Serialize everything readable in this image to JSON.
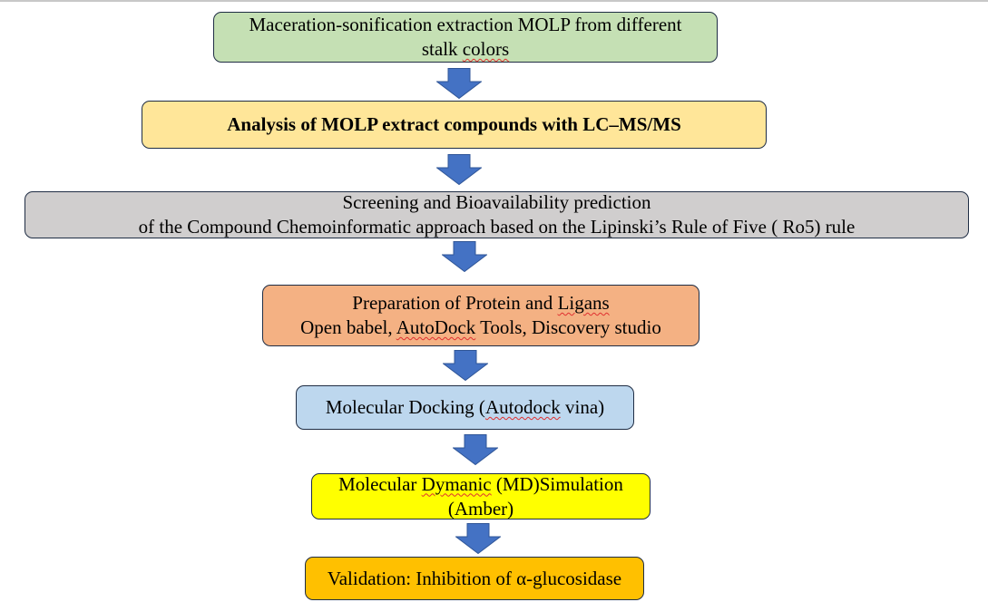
{
  "colors": {
    "arrow": "#4472C4",
    "arrow_stroke": "#2F5597",
    "border": "#1F2D44",
    "spellcheck": "#E03030"
  },
  "steps": [
    {
      "id": "extraction",
      "fill": "#C5E0B4",
      "bold": false,
      "lines": [
        {
          "parts": [
            {
              "text": "Maceration-sonification extraction MOLP from different",
              "spell": false
            }
          ]
        },
        {
          "parts": [
            {
              "text": "stalk ",
              "spell": false
            },
            {
              "text": "colors",
              "spell": true
            }
          ]
        }
      ]
    },
    {
      "id": "lcms-analysis",
      "fill": "#FFE699",
      "bold": true,
      "lines": [
        {
          "parts": [
            {
              "text": "Analysis of MOLP extract compounds with LC–MS/MS",
              "spell": false
            }
          ]
        }
      ]
    },
    {
      "id": "screening",
      "fill": "#D0CECE",
      "bold": false,
      "lines": [
        {
          "parts": [
            {
              "text": "Screening and Bioavailability prediction",
              "spell": false
            }
          ]
        },
        {
          "parts": [
            {
              "text": "of the Compound Chemoinformatic approach based on the Lipinski’s Rule of Five ( Ro5) rule",
              "spell": false
            }
          ]
        }
      ]
    },
    {
      "id": "preparation",
      "fill": "#F4B183",
      "bold": false,
      "lines": [
        {
          "parts": [
            {
              "text": "Preparation of Protein and ",
              "spell": false
            },
            {
              "text": "Ligans",
              "spell": true
            }
          ]
        },
        {
          "parts": [
            {
              "text": "Open babel, ",
              "spell": false
            },
            {
              "text": "AutoDock",
              "spell": true
            },
            {
              "text": " Tools, Discovery studio",
              "spell": false
            }
          ]
        }
      ]
    },
    {
      "id": "docking",
      "fill": "#BDD7EE",
      "bold": false,
      "lines": [
        {
          "parts": [
            {
              "text": "Molecular Docking (",
              "spell": false
            },
            {
              "text": "Autodock",
              "spell": true
            },
            {
              "text": " vina)",
              "spell": false
            }
          ]
        }
      ]
    },
    {
      "id": "md-simulation",
      "fill": "#FFFF00",
      "bold": false,
      "lines": [
        {
          "parts": [
            {
              "text": "Molecular ",
              "spell": false
            },
            {
              "text": "Dymanic",
              "spell": true
            },
            {
              "text": " (MD)Simulation",
              "spell": false
            }
          ]
        },
        {
          "parts": [
            {
              "text": "(Amber)",
              "spell": false
            }
          ]
        }
      ]
    },
    {
      "id": "validation",
      "fill": "#FFC000",
      "bold": false,
      "lines": [
        {
          "parts": [
            {
              "text": "Validation: Inhibition of α-glucosidase",
              "spell": false
            }
          ]
        }
      ]
    }
  ],
  "arrows": [
    {
      "from": "extraction",
      "to": "lcms-analysis",
      "icon": "down-arrow-icon"
    },
    {
      "from": "lcms-analysis",
      "to": "screening",
      "icon": "down-arrow-icon"
    },
    {
      "from": "screening",
      "to": "preparation",
      "icon": "down-arrow-icon"
    },
    {
      "from": "preparation",
      "to": "docking",
      "icon": "down-arrow-icon"
    },
    {
      "from": "docking",
      "to": "md-simulation",
      "icon": "down-arrow-icon"
    },
    {
      "from": "md-simulation",
      "to": "validation",
      "icon": "down-arrow-icon"
    }
  ]
}
